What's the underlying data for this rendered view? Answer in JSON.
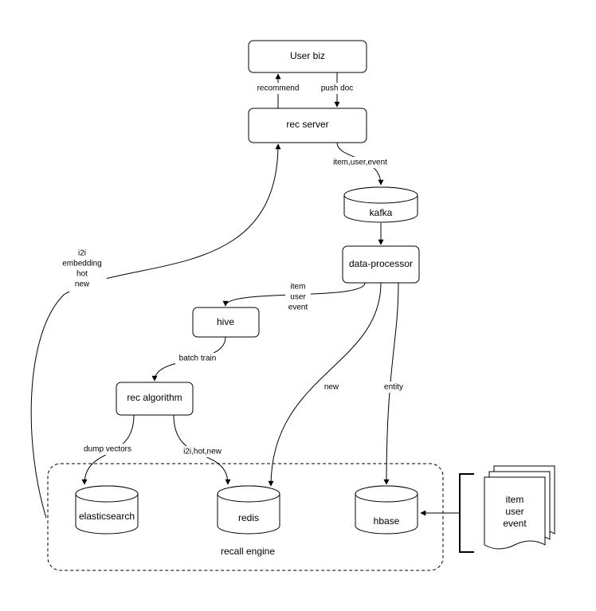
{
  "nodes": {
    "user_biz": "User biz",
    "rec_server": "rec server",
    "kafka": "kafka",
    "data_processor": "data-processor",
    "hive": "hive",
    "rec_algorithm": "rec algorithm",
    "elasticsearch": "elasticsearch",
    "redis": "redis",
    "hbase": "hbase",
    "recall_engine": "recall engine",
    "docs": [
      "item",
      "user",
      "event"
    ]
  },
  "edges": {
    "recommend": "recommend",
    "push_doc": "push doc",
    "item_user_event": "item,user,event",
    "to_hive": [
      "item",
      "user",
      "event"
    ],
    "batch_train": "batch train",
    "new": "new",
    "entity": "entity",
    "dump_vectors": "dump vectors",
    "i2i_hot_new": "i2i,hot,new",
    "recall_to_server": [
      "i2i",
      "embedding",
      "hot",
      "new"
    ]
  }
}
